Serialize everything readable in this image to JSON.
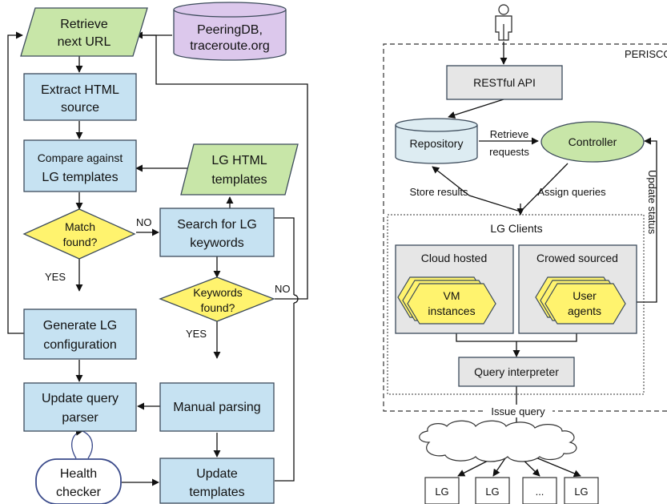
{
  "left": {
    "retrieve_next_url": [
      "Retrieve",
      "next URL"
    ],
    "peeringdb": [
      "PeeringDB,",
      "traceroute.org"
    ],
    "extract_html": [
      "Extract HTML",
      "source"
    ],
    "compare_templates": [
      "Compare against",
      "LG templates"
    ],
    "lg_html_templates": [
      "LG HTML",
      "templates"
    ],
    "match_found": [
      "Match",
      "found?"
    ],
    "no_label_1": "NO",
    "search_keywords": [
      "Search for LG",
      "keywords"
    ],
    "yes_label_1": "YES",
    "keywords_found": [
      "Keywords",
      "found?"
    ],
    "no_label_2": "NO",
    "generate_config": [
      "Generate LG",
      "configuration"
    ],
    "yes_label_2": "YES",
    "update_parser": [
      "Update query",
      "parser"
    ],
    "manual_parsing": "Manual parsing",
    "health_checker": [
      "Health",
      "checker"
    ],
    "update_templates": [
      "Update",
      "templates"
    ]
  },
  "right": {
    "periscope": "PERISCOPE",
    "restful_api": "RESTful API",
    "repository": "Repository",
    "retrieve_requests": [
      "Retrieve",
      "requests"
    ],
    "controller": "Controller",
    "store_results": "Store results",
    "assign_queries": "Assign queries",
    "update_status": "Update status",
    "lg_clients": "LG Clients",
    "cloud_hosted": "Cloud hosted",
    "crowd_sourced": "Crowed sourced",
    "vm_instances": [
      "VM",
      "instances"
    ],
    "user_agents": [
      "User",
      "agents"
    ],
    "query_interpreter": "Query interpreter",
    "issue_query": "Issue query",
    "lg_nodes": [
      "LG",
      "LG",
      "...",
      "LG"
    ]
  },
  "colors": {
    "process_fill": "#c6e2f2",
    "io_fill": "#c8e6a8",
    "database_fill": "#dcc8ec",
    "decision_fill": "#fff36e",
    "stroke": "#3b4a5a",
    "gray_box": "#e6e6e6",
    "hexagon_fill": "#fff36e",
    "controller_fill": "#c8e6a8",
    "repository_fill": "#ddecf2",
    "health_stroke": "#3a4a8a"
  }
}
